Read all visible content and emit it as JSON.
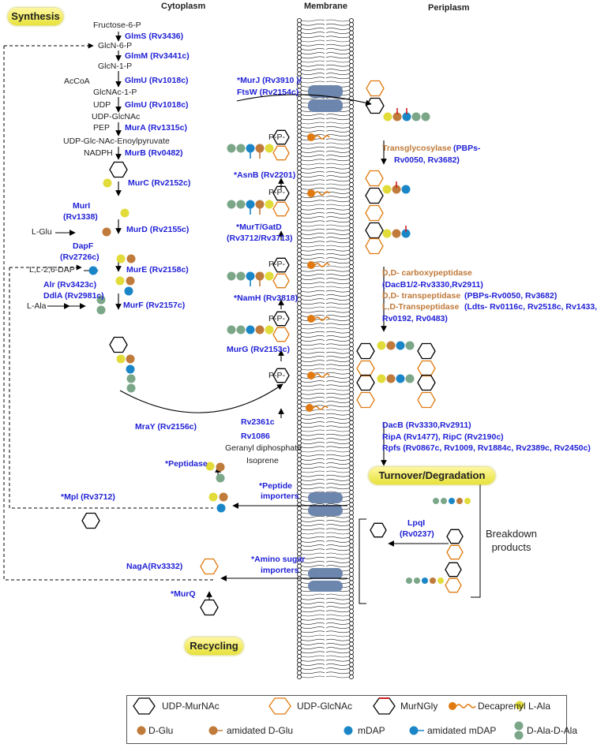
{
  "headers": {
    "cytoplasm": "Cytoplasm",
    "membrane": "Membrane",
    "periplasm": "Periplasm"
  },
  "sections": {
    "synthesis": "Synthesis",
    "recycling": "Recycling",
    "turnover": "Turnover/Degradation",
    "breakdown": "Breakdown\nproducts"
  },
  "synthesis_steps": {
    "s1": "Fructose-6-P",
    "glms": "GlmS (Rv3436)",
    "s2": "GlcN-6-P",
    "glmm": "GlmM (Rv3441c)",
    "s3": "GlcN-1-P",
    "acoa": "AcCoA",
    "glmu1": "GlmU (Rv1018c)",
    "s4": "GlcNAc-1-P",
    "udp": "UDP",
    "glmu2": "GlmU (Rv1018c)",
    "s5": "UDP-GlcNAc",
    "pep": "PEP",
    "mura": "MurA (Rv1315c)",
    "s6": "UDP-Glc-NAc-Enoylpyruvate",
    "nadph": "NADPH",
    "murb": "MurB (Rv0482)",
    "murc": "MurC (Rv2152c)",
    "muri": "MurI",
    "muri_rv": "(Rv1338)",
    "lglu": "L-Glu",
    "murd": "MurD (Rv2155c)",
    "dapf": "DapF",
    "dapf_rv": "(Rv2726c)",
    "dap": "L,L-2,6-DAP",
    "mure": "MurE (Rv2158c)",
    "alr": "Alr (Rv3423c)",
    "ddla": "DdlA (Rv2981c)",
    "lala": "L-Ala",
    "murf": "MurF (Rv2157c)",
    "mray": "MraY (Rv2156c)"
  },
  "membrane_steps": {
    "murj": "*MurJ (Rv3910 )/",
    "ftsw": "FtsW (Rv2154c)",
    "asnb": "*AsnB (Rv2201)",
    "murt": "*MurT/GatD",
    "murt_rv": "(Rv3712/Rv3713)",
    "namh": "*NamH (Rv3818)",
    "murg": "MurG (Rv2153c)",
    "rv2361": "Rv2361c",
    "rv1086": "Rv1086",
    "geranyl": "Geranyl diphosphate",
    "isoprene": "Isoprene",
    "pp": "P-P-"
  },
  "periplasm_steps": {
    "transgly": "Transglycosylase",
    "pbps1": "(PBPs-",
    "pbps1b": "Rv0050, Rv3682)",
    "ddcarb": "D,D- carboxypeptidase",
    "dacb1": "(DacB1/2-Rv3330,Rv2911)",
    "ddtrans": "D,D- transpeptidase",
    "ddtrans_rv": "(PBPs-Rv0050, Rv3682)",
    "ldtrans": "L,D-Transpeptidase",
    "ldts": "(Ldts- Rv0116c, Rv2518c, Rv1433,",
    "ldts2": "Rv0192, Rv0483)",
    "dacb": "DacB (Rv3330,Rv2911)",
    "ripa": "RipA (Rv1477), RipC (Rv2190c)",
    "rpfs": "Rpfs (Rv0867c, Rv1009, Rv1884c, Rv2389c, Rv2450c)"
  },
  "recycling_steps": {
    "peptidase": "*Peptidase",
    "pep_imp": "*Peptide",
    "pep_imp2": "importers",
    "mpl": "*Mpl (Rv3712)",
    "amino": "*Amino sugar",
    "amino2": "importers",
    "naga": "NagA(Rv3332)",
    "murq": "*MurQ",
    "lpqi": "LpqI",
    "lpqi_rv": "(Rv0237)"
  },
  "legend": {
    "udp_murnac": "UDP-MurNAc",
    "udp_glcnac": "UDP-GlcNAc",
    "murngly": "MurNGly",
    "decaprenyl": "Decaprenyl",
    "lala": "L-Ala",
    "dglu": "D-Glu",
    "amid_dglu": "amidated D-Glu",
    "mdap": "mDAP",
    "amid_mdap": "amidated mDAP",
    "daladala": "D-Ala-D-Ala"
  },
  "colors": {
    "enzyme": "#1f1fd6",
    "orange_text": "#c07a3a",
    "lala": "#e2dc3a",
    "dglu": "#c07a3a",
    "mdap": "#1a86c8",
    "dala": "#7ba688",
    "decaprenyl": "#e07a10",
    "membrane": "#6d86ad"
  }
}
